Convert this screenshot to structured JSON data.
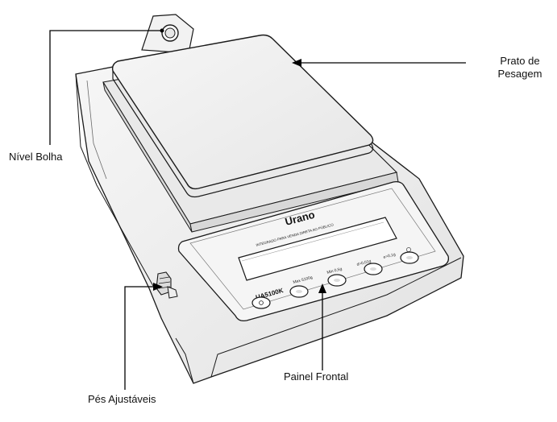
{
  "labels": {
    "nivel_bolha": "Nível Bolha",
    "prato_line1": "Prato de",
    "prato_line2": "Pesagem",
    "painel_frontal": "Painel Frontal",
    "pes_ajustaveis": "Pés Ajustáveis"
  },
  "device": {
    "brand": "Urano",
    "subtitle": "INTEGRADO PARA VENDA DIRETA AO PÚBLICO",
    "model": "UA5100K",
    "spec_max": "Max 5100g",
    "spec_min": "Min 0,5g",
    "spec_d": "d=0,01g",
    "spec_e": "e=0,1g"
  },
  "colors": {
    "stroke": "#1a1a1a",
    "body_fill": "#f4f4f4",
    "plate_fill": "#efefef"
  }
}
